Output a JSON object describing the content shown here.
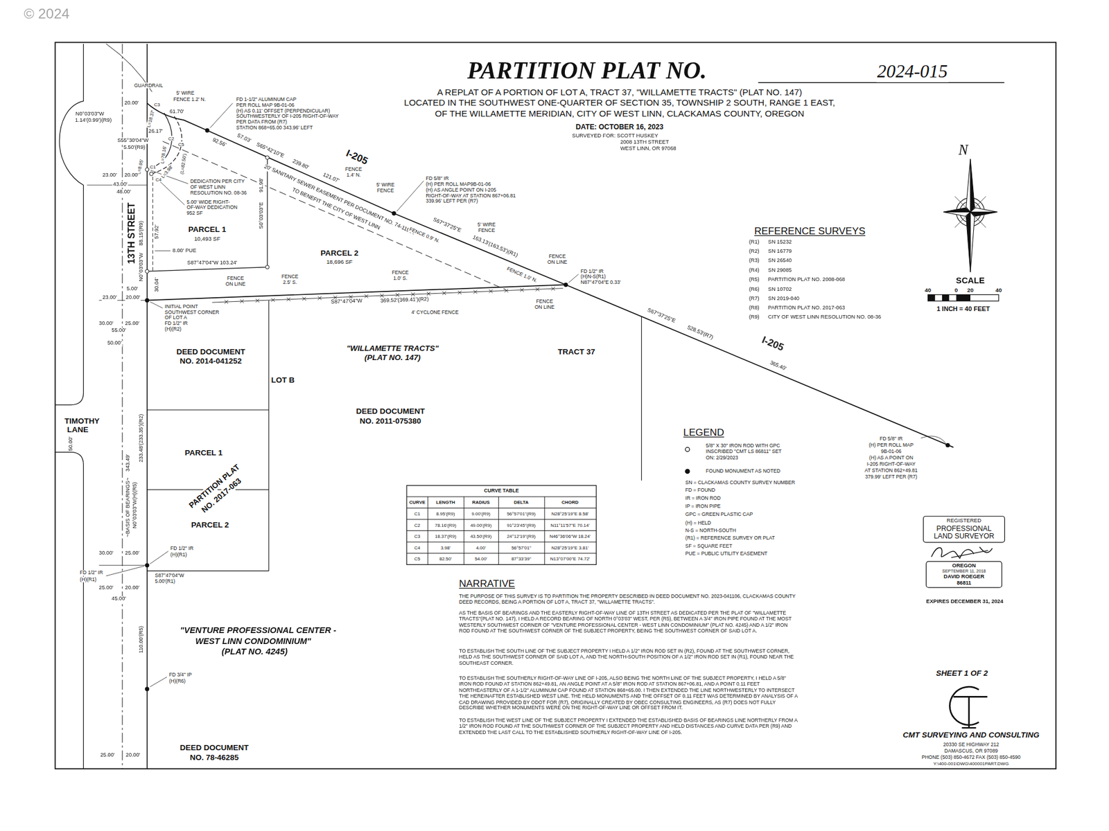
{
  "diagram": {
    "title": "PARTITION PLAT NO.",
    "nodes": [
      {
        "text": [
          "REGISTERED",
          "PROFESSIONAL",
          "LAND SURVEYOR",
          "OREGON",
          "SEPTEMBER 11, 2018",
          "DAVID ROEGER",
          "86811"
        ]
      }
    ],
    "labels": [
      "© 2024",
      "2024-015",
      "A REPLAT OF A PORTION OF LOT A, TRACT 37, \"WILLAMETTE TRACTS\" (PLAT NO. 147)",
      "LOCATED IN THE SOUTHWEST ONE-QUARTER OF SECTION 35, TOWNSHIP 2 SOUTH, RANGE 1 EAST,",
      "OF THE WILLAMETTE MERIDIAN, CITY OF WEST LINN, CLACKAMAS COUNTY, OREGON",
      "DATE: OCTOBER 16, 2023",
      "SURVEYED FOR: SCOTT HUSKEY",
      "2008 13TH STREET",
      "WEST LINN, OR 97068",
      "GUARDRAIL",
      "5' WIRE",
      "FENCE 1.2' N.",
      "20.00'",
      "N0°03'03\"W",
      "1.14'(0.99')(R9)",
      "61.70'",
      "C3",
      "L=18.37'",
      "26.17'",
      "S55°30'04\"W",
      "5.50'(R9)",
      "C2",
      "L=78.16'",
      "C5",
      "(L=82.50')",
      "FD 1-1/2\" ALUMINUM CAP",
      "PER ROLL MAP 9B-01-06",
      "(H) AS 0.11' OFFSET (PERPENDICULAR)",
      "SOUTHWESTERLY OF I-205 RIGHT-OF-WAY",
      "PER DATA FROM (R7)",
      "STATION 868+65.00 343.96' LEFT",
      "92.56'",
      "57.03'",
      "S65°42'10\"E",
      "239.80'",
      "I-205",
      "20' SANITARY SEWER EASEMENT PER DOCUMENT NO. 74-11996",
      "TO BENEFIT THE CITY OF WEST LINN",
      "FENCE",
      "1.4' N.",
      "121.07'",
      "5' WIRE",
      "FENCE",
      "S0°03'03\"E",
      "91.98'",
      "FD 5/8\" IR",
      "(H) PER ROLL MAP9B-01-06",
      "(H) AS ANGLE POINT ON I-205",
      "RIGHT-OF-WAY AT STATION 867+06.81",
      "339.96' LEFT PER (R7)",
      "FENCE 0.9' N.",
      "S67°37'25\"E",
      "163.13'(163.53')(R1)",
      "5' WIRE",
      "FENCE",
      "FENCE 1.0' N.",
      "FENCE",
      "ON LINE",
      "FD 1/2\" IR",
      "(H)N-S(R1)",
      "N87°47'04\"E 0.33'",
      "DEDICATION PER CITY",
      "OF WEST LINN",
      "RESOLUTION NO. 08-36",
      "5.00' WIDE RIGHT-",
      "OF-WAY DEDICATION",
      "952 SF",
      "C1",
      "L=8.95'",
      "C4",
      "L=3.98'",
      "23.00'",
      "20.00'",
      "43.00'",
      "48.00'",
      "13TH STREET",
      "88.15'(R9)",
      "N0°03'03\"W",
      "57.92'",
      "30.04'",
      "PARCEL 1",
      "10,493 SF",
      "8.00' PUE",
      "S87°47'04\"W 103.24'",
      "PARCEL 2",
      "18,696 SF",
      "FENCE",
      "ON LINE",
      "FENCE",
      "2.5' S.",
      "FENCE",
      "1.0' S.",
      "S87°47'04\"W",
      "369.52'(369.41')(R2)",
      "4' CYCLONE FENCE",
      "FENCE",
      "ON LINE",
      "5.00'",
      "20.00'",
      "23.00'",
      "INITIAL POINT",
      "SOUTHWEST CORNER",
      "OF LOT A",
      "FD 1/2\" IR",
      "(H)(R2)",
      "30.00'",
      "25.00'",
      "55.00'",
      "50.00'",
      "DEED DOCUMENT",
      "NO. 2014-041252",
      "LOT B",
      "\"WILLAMETTE TRACTS\"",
      "(PLAT NO. 147)",
      "TRACT 37",
      "S67°37'25\"E",
      "528.53'(R7)",
      "I-205",
      "365.40'",
      "DEED DOCUMENT",
      "NO. 2011-075380",
      "TIMOTHY",
      "LANE",
      "50.00'",
      "233.48'(233.35')(R2)",
      "343.49'",
      "~BASIS OF BEARINGS~",
      "N0°03'03\"W(H)(R5)",
      "PARCEL 1",
      "PARCEL 2",
      "PARTITION PLAT",
      "NO. 2017-063",
      "30.00'",
      "25.00'",
      "FD 1/2\" IR",
      "(H)(R1)",
      "FD 1/2\" IR",
      "(H)(R1)",
      "S87°47'04\"W",
      "5.00'(R1)",
      "25.00'",
      "20.00'",
      "45.00'",
      "110.00'(R5)",
      "\"VENTURE PROFESSIONAL CENTER -",
      "WEST LINN CONDOMINIUM\"",
      "(PLAT NO. 4245)",
      "FD 3/4\" IP",
      "(H)(R6)",
      "DEED DOCUMENT",
      "NO. 78-46285",
      "25.00'",
      "20.00'",
      "N",
      "SCALE",
      "40",
      "0",
      "20",
      "40",
      "1 INCH = 40 FEET",
      "REFERENCE SURVEYS",
      "(R1)",
      "SN 15232",
      "(R2)",
      "SN 16779",
      "(R3)",
      "SN 26540",
      "(R4)",
      "SN 29085",
      "(R5)",
      "PARTITION PLAT NO. 2008-068",
      "(R6)",
      "SN 10702",
      "(R7)",
      "SN 2019-040",
      "(R8)",
      "PARTITION PLAT NO. 2017-063",
      "(R9)",
      "CITY OF WEST LINN RESOLUTION NO. 08-36",
      "FD 5/8\" IR",
      "(H) PER ROLL MAP",
      "9B-01-06",
      "(H) AS A POINT ON",
      "I-205 RIGHT-OF-WAY",
      "AT STATION 862+49.81",
      "379.99' LEFT PER (R7)",
      "LEGEND",
      "CURVE TABLE",
      "CURVE",
      "LENGTH",
      "RADIUS",
      "DELTA",
      "CHORD",
      "C1",
      "8.95'(R9)",
      "9.00'(R9)",
      "56°57'01\"(R9)",
      "N28°25'19\"E 8.58'",
      "C2",
      "78.16'(R9)",
      "49.00'(R9)",
      "91°23'45\"(R9)",
      "N11°11'57\"E 70.14'",
      "C3",
      "18.37'(R9)",
      "43.50'(R9)",
      "24°12'19\"(R9)",
      "N46°36'06\"W 18.24'",
      "C4",
      "3.98'",
      "4.00'",
      "56°57'01\"",
      "N28°25'19\"E 3.81'",
      "C5",
      "82.50'",
      "54.00'",
      "87°33'39\"",
      "N13°07'00\"E 74.72'",
      "NARRATIVE",
      "THE PURPOSE OF THIS SURVEY IS TO PARTITION THE PROPERTY DESCRIBED IN DEED DOCUMENT NO. 2023-041106, CLACKAMAS COUNTY DEED RECORDS, BEING A PORTION OF LOT A, TRACT 37, \"WILLAMETTE TRACTS\".",
      "AS THE BASIS OF BEARINGS AND THE EASTERLY RIGHT-OF-WAY LINE OF 13TH STREET AS DEDICATED PER THE PLAT OF \"WILLAMETTE TRACTS\"(PLAT NO. 147), I HELD A RECORD BEARING OF NORTH 0°03'03\" WEST, PER (R5), BETWEEN A 3/4\" IRON PIPE FOUND AT THE MOST WESTERLY SOUTHWEST CORNER OF \"VENTURE PROFESSIONAL CENTER - WEST LINN CONDOMINIUM\" (PLAT NO. 4245) AND A 1/2\" IRON ROD FOUND AT THE SOUTHWEST CORNER OF THE SUBJECT PROPERTY, BEING THE SOUTHWEST CORNER OF SAID LOT A.",
      "TO ESTABLISH THE SOUTH LINE OF THE SUBJECT PROPERTY I HELD A 1/2\" IRON ROD SET IN (R2), FOUND AT THE SOUTHWEST CORNER, HELD AS THE SOUTHWEST CORNER OF SAID LOT A, AND THE NORTH-SOUTH POSITION OF A 1/2\" IRON ROD SET IN (R1), FOUND NEAR THE SOUTHEAST CORNER.",
      "TO ESTABLISH THE SOUTHERLY RIGHT-OF-WAY LINE OF I-205, ALSO BEING THE NORTH LINE OF THE SUBJECT PROPERTY, I HELD A 5/8\" IRON ROD FOUND AT STATION 862+49.81, AN ANGLE POINT AT A 5/8\" IRON ROD AT STATION 867+06.81, AND A POINT 0.11 FEET NORTHEASTERLY OF A 1-1/2\" ALUMINUM CAP FOUND AT STATION 868+65.00. I THEN EXTENDED THE LINE NORTHWESTERLY TO INTERSECT THE HEREINAFTER ESTABLISHED WEST LINE. THE HELD MONUMENTS AND THE OFFSET OF 0.11 FEET WAS DETERMINED BY ANALYSIS OF A CAD DRAWING PROVIDED BY ODOT FOR (R7), ORIGINALLY CREATED BY OBEC CONSULTING ENGINEERS, AS (R7) DOES NOT FULLY DESCRIBE WHETHER MONUMENTS WERE ON THE RIGHT-OF-WAY LINE OR OFFSET FROM IT.",
      "TO ESTABLISH THE WEST LINE OF THE SUBJECT PROPERTY I EXTENDED THE ESTABLISHED BASIS OF BEARINGS LINE NORTHERLY FROM A 1/2\" IRON ROD FOUND AT THE SOUTHWEST CORNER OF THE SUBJECT PROPERTY AND HELD DISTANCES AND CURVE DATA PER (R9) AND EXTENDED THE LAST CALL TO THE ESTABLISHED SOUTHERLY RIGHT-OF-WAY LINE OF I-205.",
      "EXPIRES DECEMBER 31, 2024",
      "SHEET 1 OF 2",
      "CMT SURVEYING AND CONSULTING",
      "20330 SE HIGHWAY 212",
      "DAMASCUS, OR 97089",
      "PHONE (503) 850-4672 FAX (503) 850-4590",
      "Y:\\400-001\\DWG\\400001PART.DWG"
    ],
    "legend": [
      {
        "text": "5/8\" X 30\" IRON ROD WITH GPC INSCRIBED \"CMT LS 86811\" SET ON: 2/29/2023"
      },
      {
        "text": "FOUND MONUMENT AS NOTED"
      },
      {
        "text": "SN = CLACKAMAS COUNTY SURVEY NUMBER"
      },
      {
        "text": "FD = FOUND"
      },
      {
        "text": "IR = IRON ROD"
      },
      {
        "text": "IP = IRON PIPE"
      },
      {
        "text": "GPC = GREEN PLASTIC CAP"
      },
      {
        "text": "(H) = HELD"
      },
      {
        "text": "N-S = NORTH-SOUTH"
      },
      {
        "text": "(R1) = REFERENCE SURVEY OR PLAT"
      },
      {
        "text": "SF = SQUARE FEET"
      },
      {
        "text": "PUE = PUBLIC UTILITY EASEMENT"
      }
    ]
  }
}
